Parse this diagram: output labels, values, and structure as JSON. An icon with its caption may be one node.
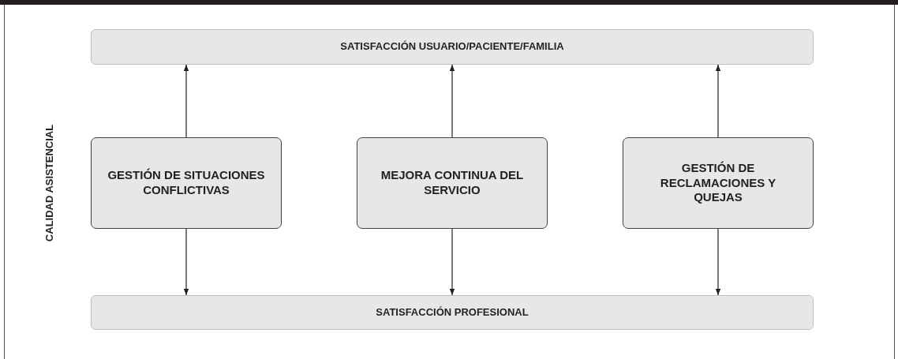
{
  "diagram": {
    "nodes": [
      {
        "text": [
          "SATISFACCIÓN USUARIO/PACIENTE/FAMILIA"
        ]
      },
      {
        "text": [
          "GESTIÓN DE SITUACIONES CONFLICTIVAS"
        ]
      },
      {
        "text": [
          "MEJORA CONTINUA DEL SERVICIO"
        ]
      },
      {
        "text": [
          "GESTIÓN DE RECLAMACIONES Y QUEJAS"
        ]
      },
      {
        "text": [
          "SATISFACCIÓN PROFESIONAL"
        ]
      }
    ],
    "edges": [
      {
        "from": 1,
        "to": 0,
        "arrow": "to"
      },
      {
        "from": 2,
        "to": 0,
        "arrow": "to"
      },
      {
        "from": 3,
        "to": 0,
        "arrow": "to"
      },
      {
        "from": 1,
        "to": 4,
        "arrow": "to"
      },
      {
        "from": 2,
        "to": 4,
        "arrow": "to"
      },
      {
        "from": 3,
        "to": 4,
        "arrow": "to"
      }
    ],
    "labels": [
      "CALIDAD ASISTENCIAL"
    ]
  }
}
